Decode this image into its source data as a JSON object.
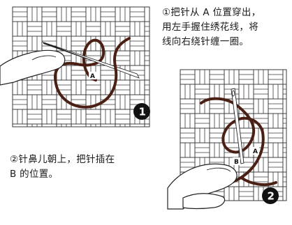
{
  "step1": {
    "lines": [
      "①把针从 A 位置穿出，",
      "用左手握住绣花线，将",
      "线向右绕针缠一圈。"
    ],
    "badge": "1",
    "point_a_label": "A"
  },
  "step2": {
    "lines": [
      "②针鼻儿朝上，把针插在",
      "B 的位置。"
    ],
    "badge": "2",
    "point_a_label": "A",
    "point_b_label": "B"
  },
  "colors": {
    "thread": "#4a1f14",
    "grid_line": "#3a3a3a",
    "badge_fill": "#111111",
    "text": "#1a1a1a"
  }
}
